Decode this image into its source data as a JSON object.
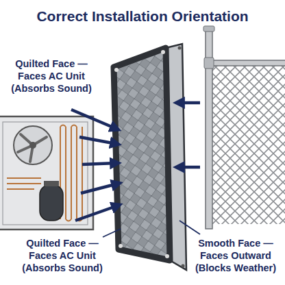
{
  "diagram": {
    "title": "Correct Installation Orientation",
    "labels": [
      "Quilted Face — Faces AC Unit (Absorbs Sound)",
      "Quilted Face — Faces AC Unit (Absorbs Sound)",
      "Smooth Face — Faces Outward (Blocks Weather)"
    ]
  }
}
